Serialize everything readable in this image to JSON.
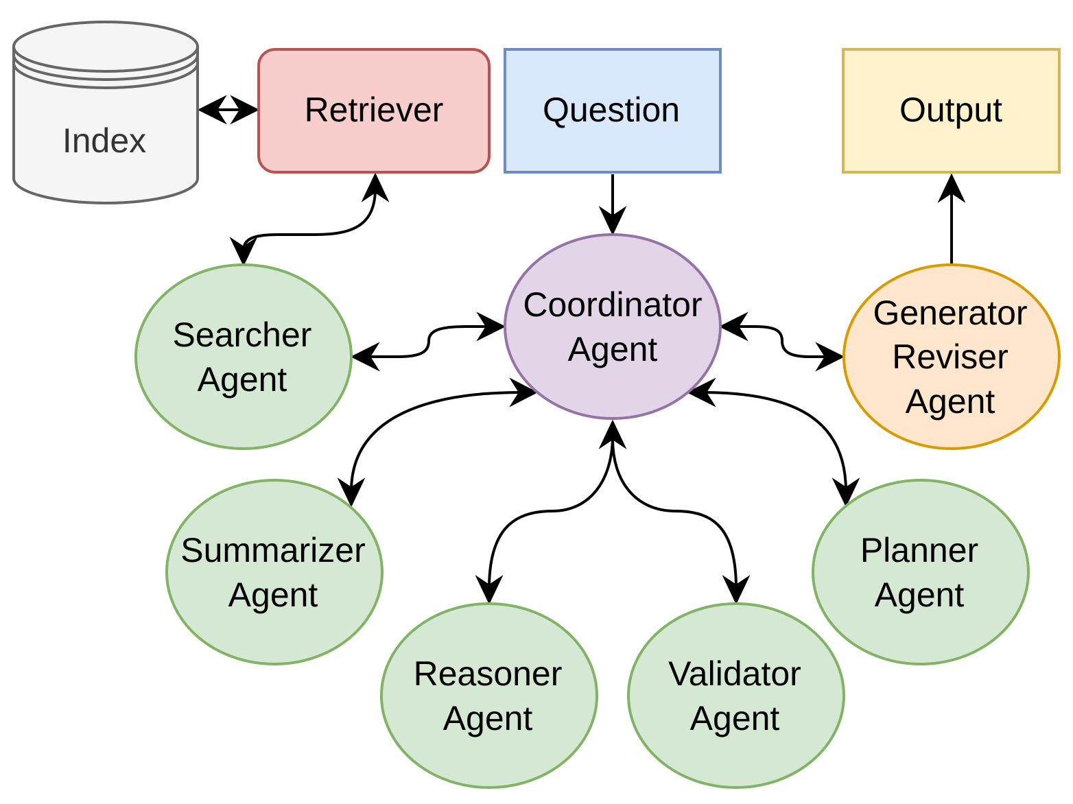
{
  "nodes": {
    "index": {
      "label": "Index",
      "fill": "#f5f5f5",
      "stroke": "#666666"
    },
    "retriever": {
      "label": "Retriever",
      "fill": "#f8cecc",
      "stroke": "#b85450"
    },
    "question": {
      "label": "Question",
      "fill": "#dae8fc",
      "stroke": "#6c8ebf"
    },
    "output": {
      "label": "Output",
      "fill": "#fff2cc",
      "stroke": "#d6b656"
    },
    "coordinator": {
      "lines": [
        "Coordinator",
        "Agent"
      ],
      "fill": "#e1d5e7",
      "stroke": "#9673a6"
    },
    "searcher": {
      "lines": [
        "Searcher",
        "Agent"
      ],
      "fill": "#d5e8d4",
      "stroke": "#82b366"
    },
    "generator": {
      "lines": [
        "Generator",
        "Reviser",
        "Agent"
      ],
      "fill": "#ffe6cc",
      "stroke": "#d79b00"
    },
    "summarizer": {
      "lines": [
        "Summarizer",
        "Agent"
      ],
      "fill": "#d5e8d4",
      "stroke": "#82b366"
    },
    "planner": {
      "lines": [
        "Planner",
        "Agent"
      ],
      "fill": "#d5e8d4",
      "stroke": "#82b366"
    },
    "reasoner": {
      "lines": [
        "Reasoner",
        "Agent"
      ],
      "fill": "#d5e8d4",
      "stroke": "#82b366"
    },
    "validator": {
      "lines": [
        "Validator",
        "Agent"
      ],
      "fill": "#d5e8d4",
      "stroke": "#82b366"
    }
  },
  "edges": [
    {
      "from": "index",
      "to": "retriever",
      "direction": "both"
    },
    {
      "from": "retriever",
      "to": "searcher",
      "direction": "both"
    },
    {
      "from": "question",
      "to": "coordinator",
      "direction": "forward"
    },
    {
      "from": "generator",
      "to": "output",
      "direction": "forward"
    },
    {
      "from": "coordinator",
      "to": "searcher",
      "direction": "both"
    },
    {
      "from": "coordinator",
      "to": "generator",
      "direction": "both"
    },
    {
      "from": "coordinator",
      "to": "summarizer",
      "direction": "both"
    },
    {
      "from": "coordinator",
      "to": "planner",
      "direction": "both"
    },
    {
      "from": "coordinator",
      "to": "reasoner",
      "direction": "both"
    },
    {
      "from": "coordinator",
      "to": "validator",
      "direction": "both"
    }
  ]
}
